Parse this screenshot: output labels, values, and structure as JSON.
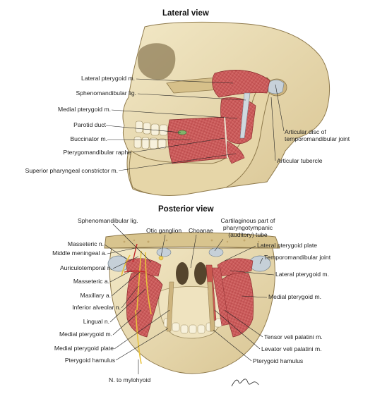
{
  "lateral": {
    "title": "Lateral view",
    "labels_left": [
      "Lateral pterygoid m.",
      "Sphenomandibular lig.",
      "Medial pterygoid m.",
      "Parotid duct",
      "Buccinator m.",
      "Pterygomandibular raphe",
      "Superior pharyngeal constrictor m."
    ],
    "labels_right": [
      "Articular disc of temporomandibular joint",
      "Articular tubercle"
    ]
  },
  "posterior": {
    "title": "Posterior view",
    "labels_top": [
      "Sphenomandibular lig.",
      "Otic ganglion",
      "Choanae",
      "Cartilaginous part of pharyngotympanic (auditory) tube"
    ],
    "labels_left": [
      "Masseteric n.",
      "Middle meningeal a.",
      "Auriculotemporal n.",
      "Masseteric a.",
      "Maxillary a.",
      "Inferior alveolar n.",
      "Lingual n.",
      "Medial pterygoid m.",
      "Medial pterygoid plate",
      "Pterygoid hamulus",
      "N. to mylohyoid"
    ],
    "labels_right": [
      "Lateral pterygoid plate",
      "Temporomandibular joint",
      "Lateral pterygoid m.",
      "Medial pterygoid m.",
      "Tensor veli palatini m.",
      "Levator veli palatini m.",
      "Pterygoid hamulus"
    ]
  },
  "colors": {
    "bone": "#e9dcb4",
    "bone_shadow": "#c8b07c",
    "muscle": "#d0595a",
    "muscle_dark": "#a63a3c",
    "ligament": "#c9d2d9",
    "nerve": "#f1d35a",
    "leader": "#222222"
  }
}
